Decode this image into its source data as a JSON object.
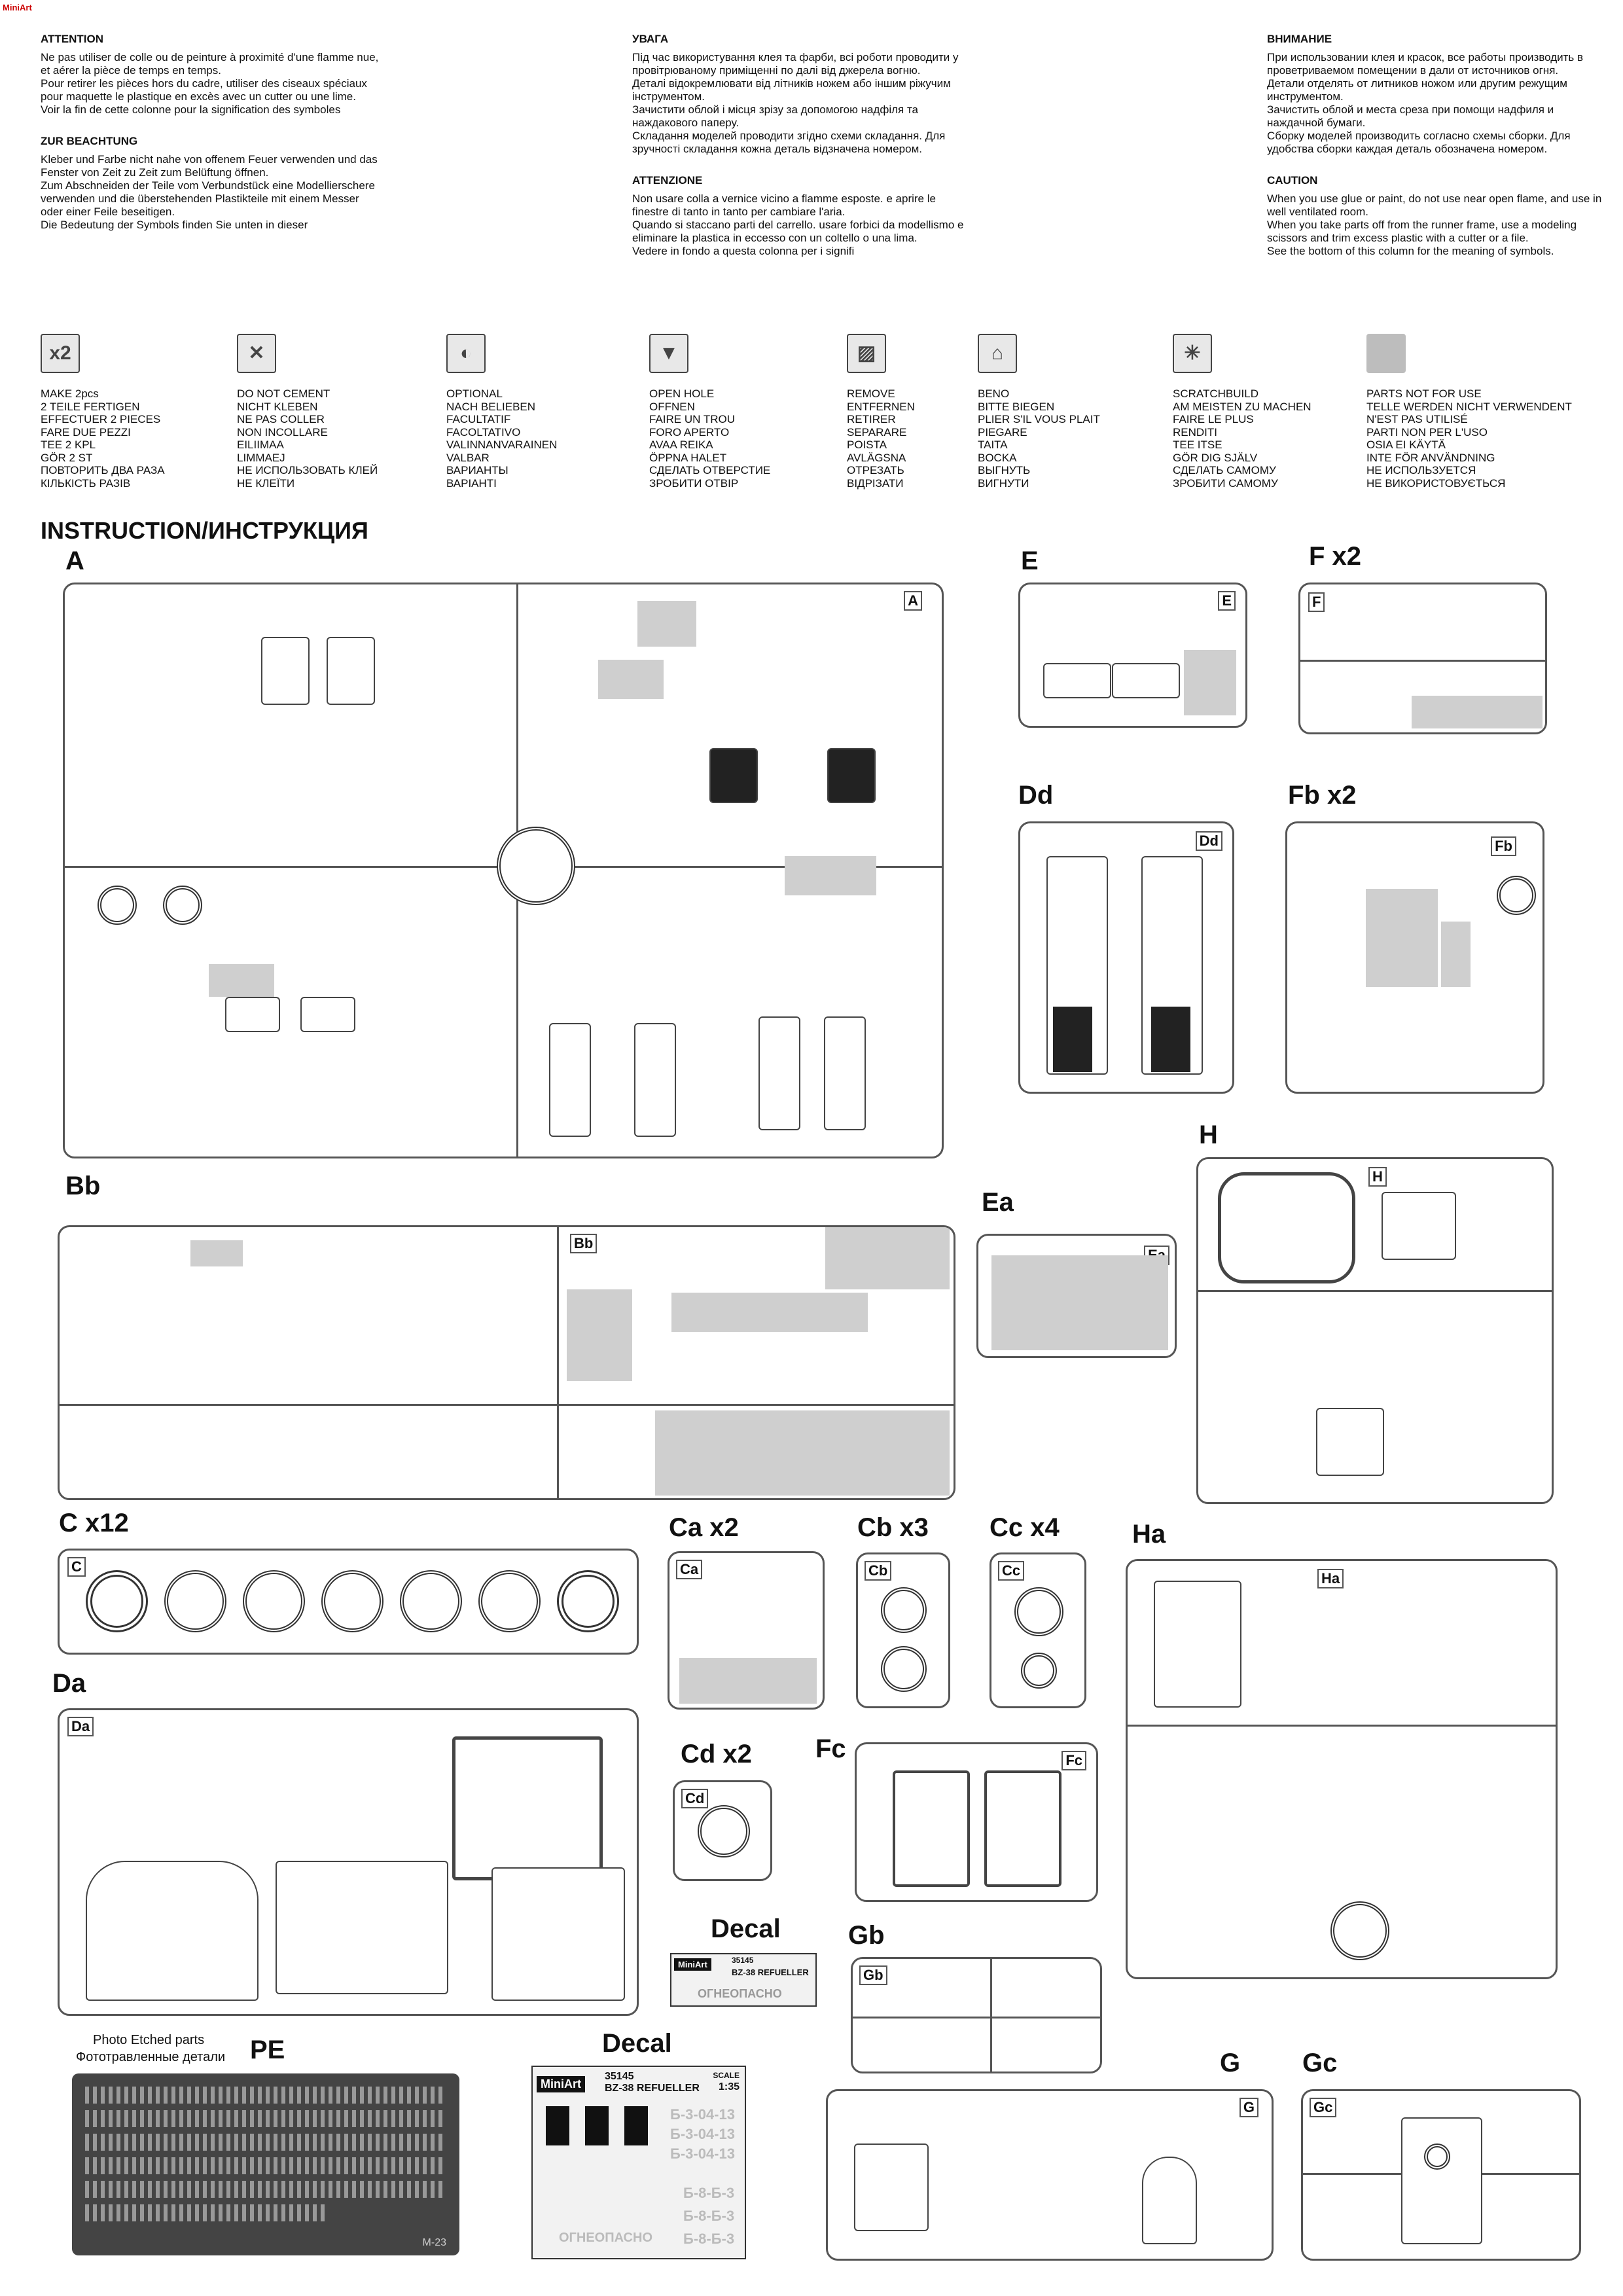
{
  "corner_logo": "MiniArt",
  "languages": [
    {
      "title": "ATTENTION",
      "text": "Ne pas utiliser de colle ou de peinture à proximité d'une flamme nue, et aérer la pièce de temps en temps.\nPour retirer les pièces hors du cadre, utiliser des ciseaux spéciaux pour maquette le plastique en excès avec un cutter ou une lime.\nVoir la fin de cette colonne pour la signification des symboles"
    },
    {
      "title": "ZUR BEACHTUNG",
      "text": "Kleber und Farbe nicht nahe von offenem Feuer verwenden und das Fenster von Zeit zu Zeit zum Belüftung öffnen.\nZum Abschneiden der Teile vom Verbundstück eine Modellierschere verwenden und die überstehenden Plastikteile mit einem Messer oder einer Feile beseitigen.\nDie Bedeutung der Symbols finden Sie unten in dieser"
    },
    {
      "title": "УВАГА",
      "text": "Під час використування клея та фарби, всі роботи проводити у провітрюваному приміщенні по далі від джерела вогню.\nДеталі відокремлювати від літників ножем або іншим ріжучим інструментом.\nЗачистити облой і місця зрізу за допомогою надфіля та наждакового паперу.\nСкладання моделей проводити згідно схеми складання. Для зручності складання кожна деталь відзначена номером."
    },
    {
      "title": "ATTENZIONE",
      "text": "Non usare colla a vernice vicino a flamme esposte. e aprire le finestre di tanto in tanto per cambiare l'aria.\nQuando si staccano parti del carrello. usare forbici da modellismo e eliminare la plastica in eccesso con un coltello o una lima.\nVedere in fondo a questa colonna per i signifi"
    },
    {
      "title": "ВНИМАНИЕ",
      "text": "При использовании клея и красок, все работы производить в проветриваемом помещении в дали от источников огня.\nДетали отделять от литников ножом или другим режущим инструментом.\nЗачистить облой и места среза при помощи надфиля и наждачной бумаги.\nСборку моделей производить согласно схемы сборки. Для удобства сборки каждая деталь обозначена номером."
    },
    {
      "title": "CAUTION",
      "text": "When you use glue or paint, do not use near open flame, and use in well ventilated room.\nWhen you take parts off from the runner frame, use a modeling scissors and trim excess plastic with a cutter or a file.\nSee the bottom of this column for the meaning of symbols."
    }
  ],
  "symbols": [
    {
      "icon": "x2",
      "lines": [
        "MAKE 2pcs",
        "2 TEILE FERTIGEN",
        "EFFECTUER 2 PIECES",
        "FARE DUE PEZZI",
        "TEE 2 KPL",
        "GÖR 2 ST",
        "ПОВТОРИТЬ ДВА РАЗА",
        "КІЛЬКІСТЬ РАЗІВ"
      ]
    },
    {
      "icon": "✕",
      "lines": [
        "DO NOT CEMENT",
        "NICHT KLEBEN",
        "NE PAS COLLER",
        "NON INCOLLARE",
        "EILIIMAA",
        "LIMMAEJ",
        "НЕ ИСПОЛЬЗОВАТЬ КЛЕЙ",
        "НЕ КЛЕЇТИ"
      ]
    },
    {
      "icon": "◐",
      "lines": [
        "OPTIONAL",
        "NACH BELIEBEN",
        "FACULTATIF",
        "FACOLTATIVO",
        "VALINNANVARAINEN",
        "VALBAR",
        "ВАРИАНТЫ",
        "ВАРІАНТІ"
      ]
    },
    {
      "icon": "▼",
      "lines": [
        "OPEN HOLE",
        "OFFNEN",
        "FAIRE UN TROU",
        "FORO APERTO",
        "AVAA REIKA",
        "ÖPPNA HALET",
        "СДЕЛАТЬ ОТВЕРСТИЕ",
        "ЗРОБИТИ ОТВІР"
      ]
    },
    {
      "icon": "▨",
      "lines": [
        "REMOVE",
        "ENTFERNEN",
        "RETIRER",
        "SEPARARE",
        "POISTA",
        "AVLÄGSNA",
        "ОТРЕЗАТЬ",
        "ВІДРІЗАТИ"
      ]
    },
    {
      "icon": "⌂",
      "lines": [
        "BENO",
        "BITTE BIEGEN",
        "PLIER S'IL VOUS PLAIT",
        "PIEGARE",
        "TAITA",
        "BOCKA",
        "ВЫГНУТЬ",
        "ВИГНУТИ"
      ]
    },
    {
      "icon": "✳",
      "lines": [
        "SCRATCHBUILD",
        "AM MEISTEN ZU MACHEN",
        "FAIRE LE PLUS",
        "RENDITI",
        "TEE ITSE",
        "GÖR DIG SJÄLV",
        "СДЕЛАТЬ САМОМУ",
        "ЗРОБИТИ САМОМУ"
      ]
    },
    {
      "icon": "",
      "lines": [
        "PARTS NOT FOR USE",
        "TELLE WERDEN NICHT VERWENDENT",
        "N'EST PAS UTILISÉ",
        "PARTI NON PER L'USO",
        "OSIA EI KÄYTÄ",
        "INTE FÖR ANVÄNDNING",
        "НЕ ИСПОЛЬЗУЕТСЯ",
        "НЕ ВИКОРИСТОВУЄТЬСЯ"
      ]
    }
  ],
  "section_title": "INSTRUCTION/ИНСТРУКЦИЯ",
  "sprues": {
    "A": {
      "label": "A",
      "tag": "A"
    },
    "E": {
      "label": "E",
      "tag": "E"
    },
    "F": {
      "label": "F x2",
      "tag": "F"
    },
    "Dd": {
      "label": "Dd",
      "tag": "Dd"
    },
    "Fb": {
      "label": "Fb x2",
      "tag": "Fb"
    },
    "Bb": {
      "label": "Bb",
      "tag": "Bb"
    },
    "Ea": {
      "label": "Ea",
      "tag": "Ea"
    },
    "H": {
      "label": "H",
      "tag": "H"
    },
    "C": {
      "label": "C x12",
      "tag": "C"
    },
    "Ca": {
      "label": "Ca x2",
      "tag": "Ca"
    },
    "Cb": {
      "label": "Cb x3",
      "tag": "Cb"
    },
    "Cc": {
      "label": "Cc x4",
      "tag": "Cc"
    },
    "Ha": {
      "label": "Ha",
      "tag": "Ha"
    },
    "Da": {
      "label": "Da",
      "tag": "Da"
    },
    "Cd": {
      "label": "Cd x2",
      "tag": "Cd"
    },
    "Fc": {
      "label": "Fc",
      "tag": "Fc"
    },
    "Gb": {
      "label": "Gb",
      "tag": "Gb"
    },
    "G": {
      "label": "G",
      "tag": "G"
    },
    "Gc": {
      "label": "Gc",
      "tag": "Gc"
    }
  },
  "decal_small": {
    "label": "Decal",
    "brand": "MiniArt",
    "kit": "35145",
    "name": "BZ-38 REFUELLER",
    "warning": "ОГНЕОПАСНО"
  },
  "decal_large": {
    "label": "Decal",
    "brand": "MiniArt",
    "kit": "35145",
    "name": "BZ-38 REFUELLER",
    "scale_word": "SCALE",
    "scale": "1:35",
    "plates": [
      "Б-3-04-13",
      "Б-3-04-13",
      "Б-3-04-13",
      "Б-8-Б-3",
      "Б-8-Б-3",
      "Б-8-Б-3"
    ],
    "warning": "ОГНЕОПАСНО"
  },
  "pe": {
    "caption_en": "Photo Etched parts",
    "caption_ru": "Фототравленные детали",
    "label": "PE",
    "code": "M-23"
  }
}
